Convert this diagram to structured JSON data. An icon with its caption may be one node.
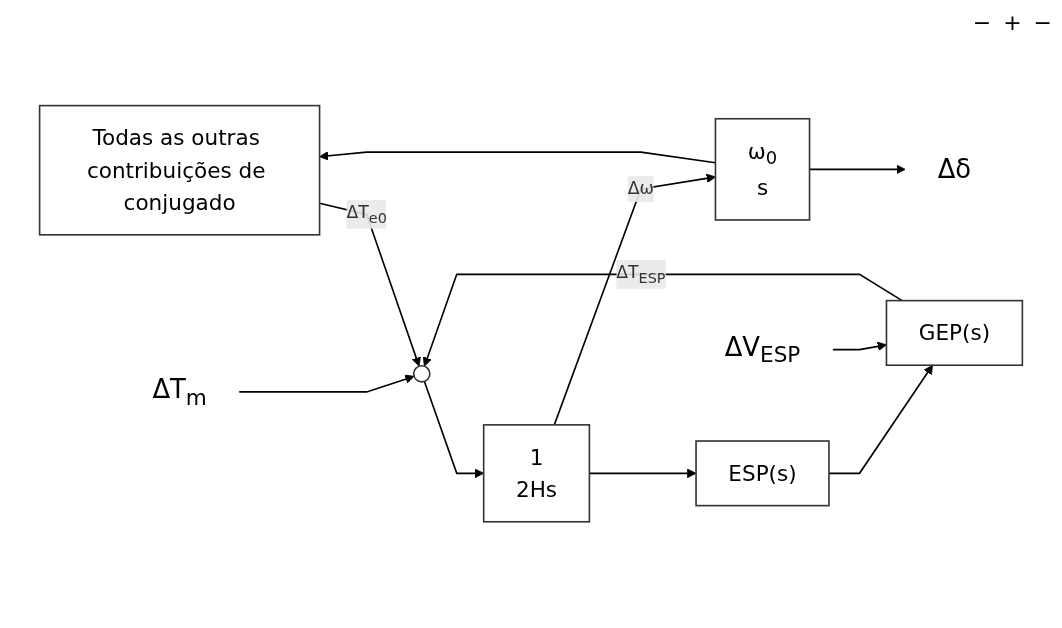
{
  "diagram": {
    "nodes": [
      {
        "text": [
          "Todas as outras contribuições de conjugado"
        ]
      },
      {
        "text": [
          "ΔT$_{m}$"
        ]
      },
      {
        "text": [],
        "shape": "circle"
      },
      {
        "text": [
          "1",
          "2Hs"
        ]
      },
      {
        "text": [
          "ω$_{0}$",
          "s"
        ]
      },
      {
        "text": [
          "Δδ"
        ]
      },
      {
        "text": [
          "GEP(s)"
        ]
      },
      {
        "text": [
          "ESP(s)"
        ]
      },
      {
        "text": [
          "ΔV$_{ESP}$"
        ]
      }
    ],
    "edges": [
      {
        "from": 1,
        "to": 2,
        "arrow": "to"
      },
      {
        "from": 0,
        "to": 2,
        "arrow": "to",
        "label": "ΔT$_{e0}$"
      },
      {
        "from": 2,
        "to": 3,
        "arrow": "to"
      },
      {
        "from": 3,
        "to": 4,
        "arrow": "to",
        "label": "Δω"
      },
      {
        "from": 4,
        "to": 5,
        "arrow": "to"
      },
      {
        "from": 4,
        "to": 0,
        "arrow": "to"
      },
      {
        "from": 3,
        "to": 7,
        "arrow": "to"
      },
      {
        "from": 7,
        "to": 6,
        "arrow": "to"
      },
      {
        "from": 6,
        "to": 2,
        "arrow": "to",
        "label": "ΔT$_{ESP}$"
      },
      {
        "from": 8,
        "to": 6,
        "arrow": "to"
      }
    ],
    "labels": [
      "−",
      "+",
      "−"
    ]
  }
}
